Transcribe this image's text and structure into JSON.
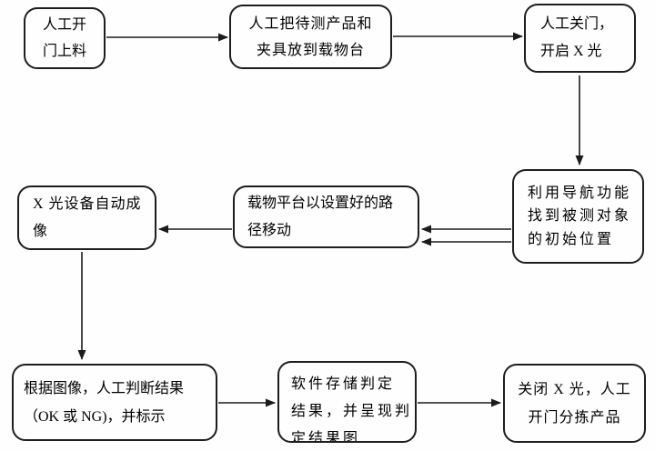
{
  "diagram": {
    "type": "flowchart",
    "language": "zh-CN",
    "nodes": [
      {
        "id": "step-1",
        "lines": [
          "人工开",
          "门上料"
        ]
      },
      {
        "id": "step-2",
        "lines": [
          "人工把待测产品和",
          "夹具放到载物台"
        ]
      },
      {
        "id": "step-3",
        "lines": [
          "人工关门，",
          "开启 X 光"
        ]
      },
      {
        "id": "step-4",
        "lines": [
          "利用导航功能",
          "找到被测对象",
          "的初始位置"
        ]
      },
      {
        "id": "step-5",
        "lines": [
          "载物平台以设置好的路",
          "径移动"
        ]
      },
      {
        "id": "step-6",
        "lines": [
          "X 光设备自动成",
          "像"
        ]
      },
      {
        "id": "step-7",
        "lines": [
          "根据图像，人工判断结果",
          "（OK 或 NG)，并标示"
        ]
      },
      {
        "id": "step-8",
        "lines": [
          "软件存储判定",
          "结果，并呈现判",
          "定结果图"
        ]
      },
      {
        "id": "step-9",
        "lines": [
          "关闭 X 光，人工",
          "开门分拣产品"
        ]
      }
    ],
    "edges": [
      {
        "from": "step-1",
        "to": "step-2",
        "direction": "right",
        "arrows": 1
      },
      {
        "from": "step-2",
        "to": "step-3",
        "direction": "right",
        "arrows": 1
      },
      {
        "from": "step-3",
        "to": "step-4",
        "direction": "down",
        "arrows": 1
      },
      {
        "from": "step-4",
        "to": "step-5",
        "direction": "left",
        "arrows": 2
      },
      {
        "from": "step-5",
        "to": "step-6",
        "direction": "left",
        "arrows": 1
      },
      {
        "from": "step-6",
        "to": "step-7",
        "direction": "down",
        "arrows": 1
      },
      {
        "from": "step-7",
        "to": "step-8",
        "direction": "right",
        "arrows": 1
      },
      {
        "from": "step-8",
        "to": "step-9",
        "direction": "right",
        "arrows": 1
      }
    ],
    "colors": {
      "background": "#ffffff",
      "box_border": "#1e1e1e",
      "arrow": "#1b1b1b",
      "text": "#000000"
    }
  }
}
